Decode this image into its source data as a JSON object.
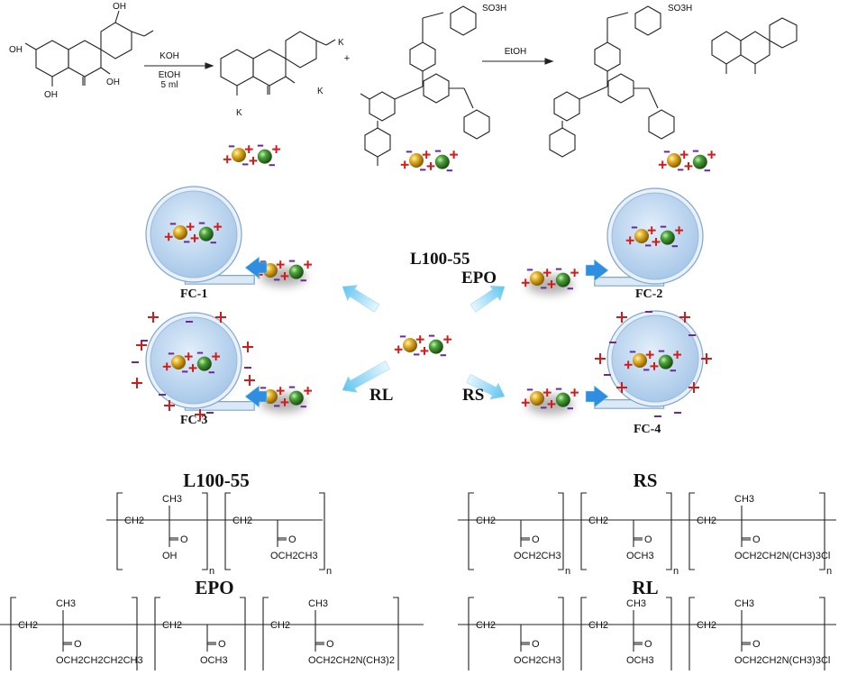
{
  "reaction": {
    "reagent1": "KOH",
    "solvent1": "EtOH",
    "volume1": "5 ml",
    "plus": "+",
    "solvent2": "EtOH",
    "oh": "OH",
    "k": "K",
    "so3h": "SO3H"
  },
  "center": {
    "labels": [
      "L100-55",
      "EPO",
      "RL",
      "RS"
    ]
  },
  "formulations": [
    "FC-1",
    "FC-2",
    "FC-3",
    "FC-4"
  ],
  "polymers": {
    "l100": {
      "title": "L100-55",
      "groups": [
        "OH",
        "OCH2CH3"
      ]
    },
    "rs": {
      "title": "RS",
      "groups": [
        "OCH2CH3",
        "OCH3",
        "OCH2CH2N(CH3)3Cl"
      ]
    },
    "epo": {
      "title": "EPO",
      "groups": [
        "OCH2CH2CH2CH3",
        "OCH3",
        "OCH2CH2N(CH3)2"
      ]
    },
    "rl": {
      "title": "RL",
      "groups": [
        "OCH2CH3",
        "OCH3",
        "OCH2CH2N(CH3)3Cl"
      ]
    },
    "ch2": "CH2",
    "ch3": "CH3",
    "o": "O",
    "n": "n"
  },
  "colors": {
    "gold": "#d7a21c",
    "green": "#3f8f2e",
    "plus": "#d21c1c",
    "minus": "#6a2a9a",
    "bubble": "#b7d3ec",
    "arrow": "#8fd3f4",
    "arrowdark": "#2f8ee0"
  }
}
